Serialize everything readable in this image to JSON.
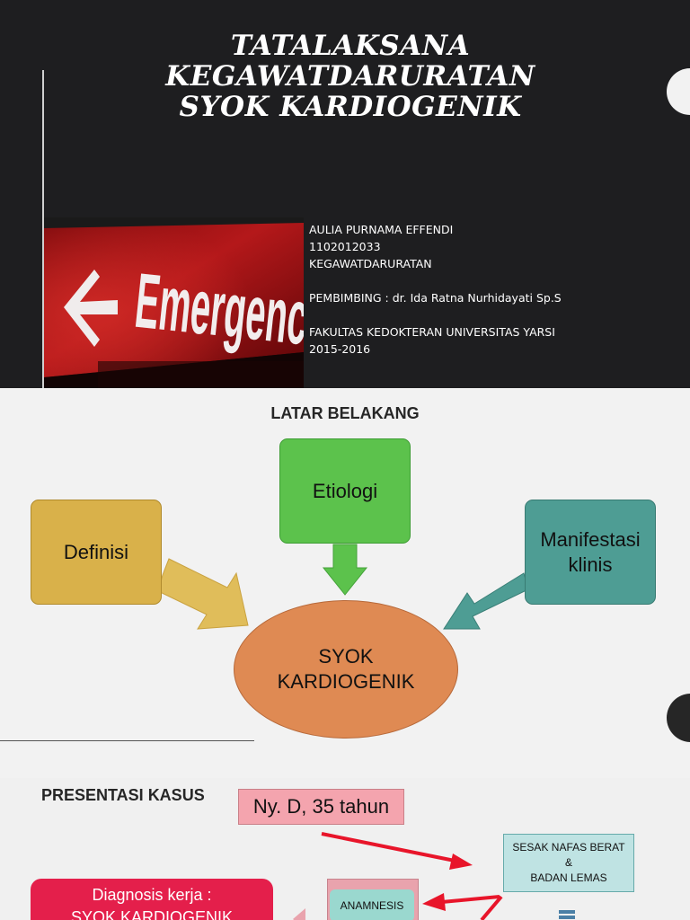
{
  "slide1": {
    "title_lines": [
      "TATALAKSANA",
      "KEGAWATDARURATAN",
      "SYOK KARDIOGENIK"
    ],
    "photo": {
      "sign_text": "Emergency",
      "arrow": "left-arrow-icon"
    },
    "info_lines": [
      "AULIA PURNAMA EFFENDI",
      "1102012033",
      "KEGAWATDARURATAN",
      "",
      "PEMBIMBING : dr. Ida Ratna Nurhidayati Sp.S",
      "",
      "FAKULTAS KEDOKTERAN UNIVERSITAS YARSI",
      "2015-2016"
    ]
  },
  "slide2": {
    "heading": "LATAR BELAKANG",
    "boxes": {
      "definisi": "Definisi",
      "etiologi": "Etiologi",
      "manifestasi": [
        "Manifestasi",
        "klinis"
      ]
    },
    "center": [
      "SYOK",
      "KARDIOGENIK"
    ],
    "colors": {
      "definisi": "#d9b14a",
      "etiologi": "#5cc24c",
      "manifestasi": "#4e9d94",
      "center": "#df8a53"
    }
  },
  "slide3": {
    "heading": "PRESENTASI KASUS",
    "patient": "Ny. D, 35 tahun",
    "complaint": [
      "SESAK NAFAS BERAT",
      "&",
      "BADAN LEMAS"
    ],
    "diagnosis": [
      "Diagnosis kerja :",
      "SYOK KARDIOGENIK"
    ],
    "anamnesis": "ANAMNESIS",
    "colors": {
      "arrow": "#e8152a",
      "diagnosis": "#e41f4b"
    }
  }
}
